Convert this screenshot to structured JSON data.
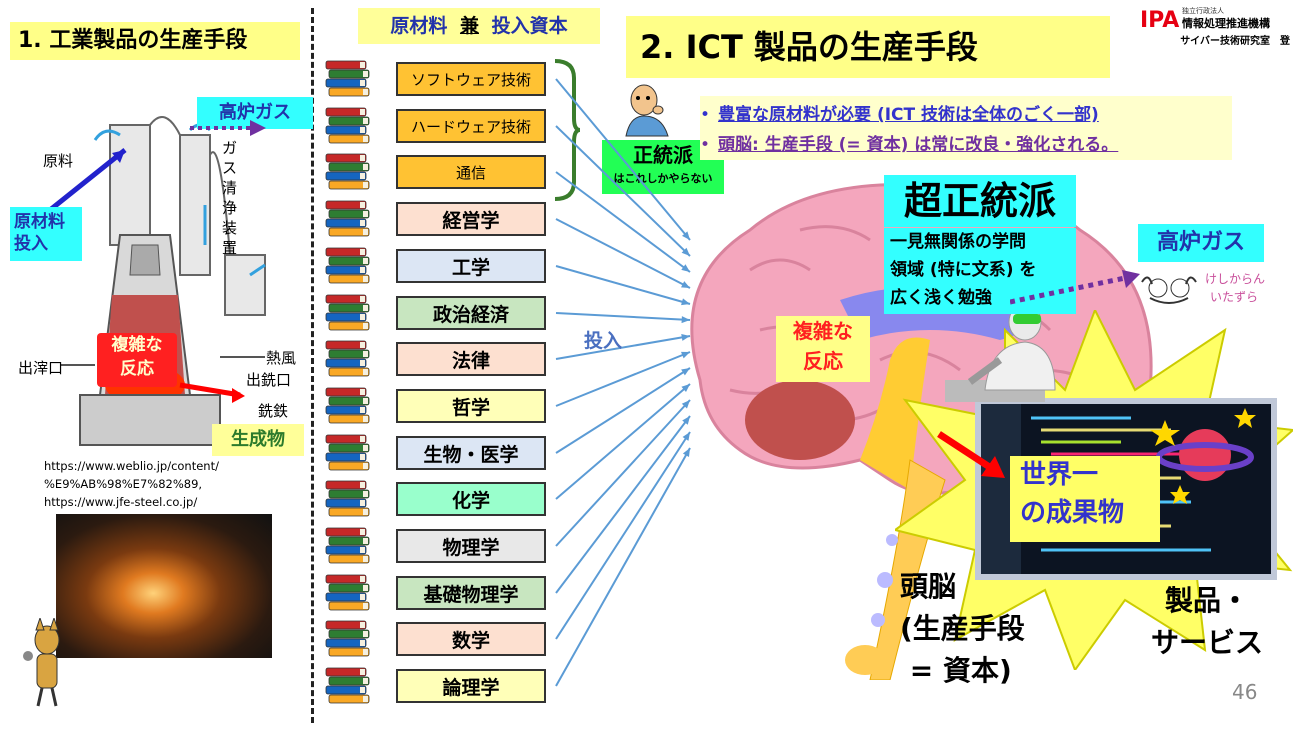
{
  "left": {
    "heading": "1. 工業製品の生産手段",
    "blast_gas": "高炉ガス",
    "raw_material_label": "原料",
    "raw_input": "原材料\n投入",
    "gas_cleaner": "ガス清浄装置",
    "complex_reaction": "複雑な\n反応",
    "hot_air": "熱風",
    "tap_hole": "出銑口",
    "slag_hole": "出滓口",
    "pig_iron": "銑鉄",
    "product": "生成物",
    "sources": "https://www.weblio.jp/content/\n%E9%AB%98%E7%82%89,\nhttps://www.jfe-steel.co.jp/"
  },
  "middle": {
    "header_part1": "原材料",
    "header_part2": "兼",
    "header_part3": "投入資本",
    "subjects": [
      {
        "label": "ソフトウェア技術",
        "color": "#ffc233",
        "tech": true
      },
      {
        "label": "ハードウェア技術",
        "color": "#ffc233",
        "tech": true
      },
      {
        "label": "通信",
        "color": "#ffc233",
        "tech": true
      },
      {
        "label": "経営学",
        "color": "#fde0d0"
      },
      {
        "label": "工学",
        "color": "#dce6f4"
      },
      {
        "label": "政治経済",
        "color": "#c8e6c0"
      },
      {
        "label": "法律",
        "color": "#fde0d0"
      },
      {
        "label": "哲学",
        "color": "#ffffb8"
      },
      {
        "label": "生物・医学",
        "color": "#dce6f4"
      },
      {
        "label": "化学",
        "color": "#99ffcc"
      },
      {
        "label": "物理学",
        "color": "#e8e8e8"
      },
      {
        "label": "基礎物理学",
        "color": "#c8e6c0"
      },
      {
        "label": "数学",
        "color": "#fde0d0"
      },
      {
        "label": "論理学",
        "color": "#ffffb8"
      }
    ],
    "orthodox": "正統派",
    "orthodox_sub": "はこれしかやらない",
    "input_label": "投入"
  },
  "right": {
    "heading": "2. ICT 製品の生産手段",
    "org_small": "独立行政法人",
    "org_logo": "IPA",
    "org_name": "情報処理推進機構",
    "org_author": "サイバー技術研究室　登",
    "bullets": [
      {
        "text": "豊富な原材料が必要 (ICT 技術は全体のごく一部)",
        "color": "#3333cc"
      },
      {
        "text": "頭脳: 生産手段 (= 資本) は常に改良・強化される。",
        "color": "#7030a0"
      }
    ],
    "ultra_title": "超正統派",
    "ultra_desc": "一見無関係の学問\n領域 (特に文系) を\n広く浅く勉強",
    "blast_gas": "高炉ガス",
    "prank_line1": "けしからん",
    "prank_line2": "いたずら",
    "complex_reaction": "複雑な\n反応",
    "world_first": "世界一\nの成果物",
    "brain_label": "頭脳\n(生産手段\n = 資本)",
    "product_label": "製品・\nサービス",
    "page_number": "46"
  },
  "colors": {
    "yellow": "#ffff88",
    "cyan": "#33ffff",
    "ipa_red": "#e60012",
    "arrow_blue": "#5b9bd5",
    "arrow_purple": "#7030a0",
    "red_arrow": "#ff0000",
    "brain_pink": "#f4a6bd",
    "burst_yellow": "#ffff66"
  }
}
